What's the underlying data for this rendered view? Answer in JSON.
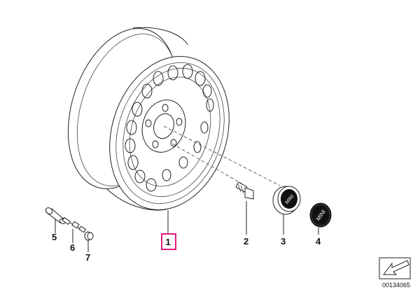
{
  "callouts": [
    {
      "id": "1",
      "label": "1",
      "highlighted": true
    },
    {
      "id": "2",
      "label": "2",
      "highlighted": false
    },
    {
      "id": "3",
      "label": "3",
      "highlighted": false
    },
    {
      "id": "4",
      "label": "4",
      "highlighted": false
    },
    {
      "id": "5",
      "label": "5",
      "highlighted": false
    },
    {
      "id": "6",
      "label": "6",
      "highlighted": false
    },
    {
      "id": "7",
      "label": "7",
      "highlighted": false
    }
  ],
  "logo_text": "MINI",
  "doc_number": "00134065",
  "colors": {
    "highlight_box": "#e0197d",
    "line": "#222222",
    "cap_dark": "#111111"
  },
  "icons": {
    "corner": "arrow-icon"
  }
}
